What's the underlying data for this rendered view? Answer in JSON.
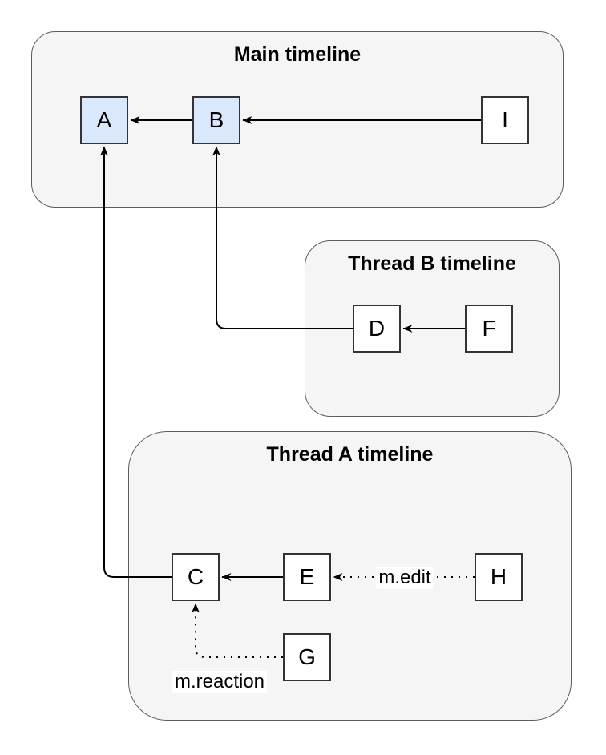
{
  "containers": {
    "main": {
      "title": "Main timeline"
    },
    "thread_b": {
      "title": "Thread B timeline"
    },
    "thread_a": {
      "title": "Thread A timeline"
    }
  },
  "nodes": [
    {
      "id": "A",
      "label": "A",
      "fill": "#dae8fc",
      "container": "main"
    },
    {
      "id": "B",
      "label": "B",
      "fill": "#dae8fc",
      "container": "main"
    },
    {
      "id": "I",
      "label": "I",
      "fill": "#ffffff",
      "container": "main"
    },
    {
      "id": "D",
      "label": "D",
      "fill": "#ffffff",
      "container": "thread_b"
    },
    {
      "id": "F",
      "label": "F",
      "fill": "#ffffff",
      "container": "thread_b"
    },
    {
      "id": "C",
      "label": "C",
      "fill": "#ffffff",
      "container": "thread_a"
    },
    {
      "id": "E",
      "label": "E",
      "fill": "#ffffff",
      "container": "thread_a"
    },
    {
      "id": "H",
      "label": "H",
      "fill": "#ffffff",
      "container": "thread_a"
    },
    {
      "id": "G",
      "label": "G",
      "fill": "#ffffff",
      "container": "thread_a"
    }
  ],
  "edges": [
    {
      "from": "B",
      "to": "A",
      "style": "solid",
      "label": ""
    },
    {
      "from": "I",
      "to": "B",
      "style": "solid",
      "label": ""
    },
    {
      "from": "F",
      "to": "D",
      "style": "solid",
      "label": ""
    },
    {
      "from": "D",
      "to": "B",
      "style": "solid",
      "label": ""
    },
    {
      "from": "E",
      "to": "C",
      "style": "solid",
      "label": ""
    },
    {
      "from": "H",
      "to": "E",
      "style": "dotted",
      "label": "m.edit"
    },
    {
      "from": "G",
      "to": "C",
      "style": "dotted",
      "label": "m.reaction"
    },
    {
      "from": "C",
      "to": "A",
      "style": "solid",
      "label": ""
    }
  ],
  "colors": {
    "page_background": "#ffffff",
    "container_fill": "#f5f5f5",
    "container_stroke": "#5c5c5c",
    "node_stroke": "#333333",
    "node_fill_default": "#ffffff",
    "node_fill_highlight": "#dae8fc",
    "edge_color": "#000000",
    "text_color": "#000000",
    "edge_label_background": "#ffffff"
  }
}
